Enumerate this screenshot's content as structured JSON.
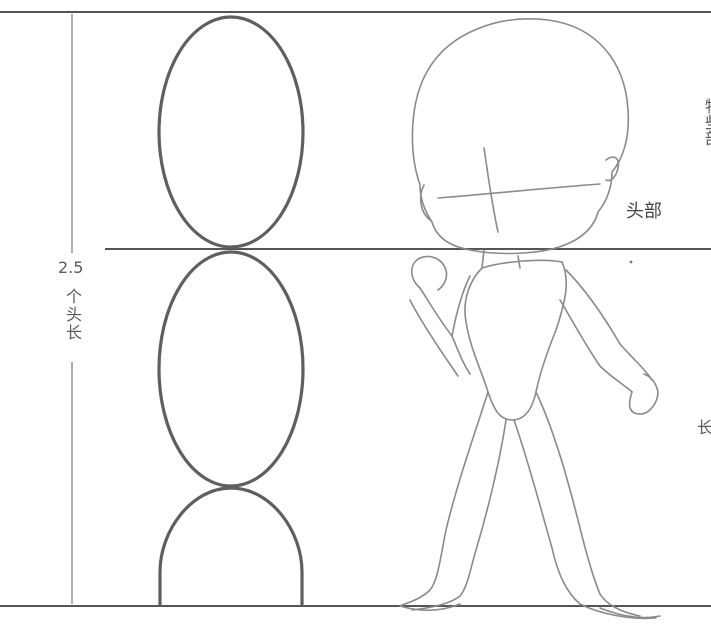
{
  "measure": {
    "value": "2.5",
    "unit": "个头长"
  },
  "labels": {
    "head": "头部",
    "edge_top": "物些部",
    "edge_bottom": "长"
  },
  "colors": {
    "guide_line": "#555555",
    "oval_stroke": "#5f5f5f",
    "sketch_stroke": "#8a8a8a",
    "text": "#5a5a5a"
  }
}
